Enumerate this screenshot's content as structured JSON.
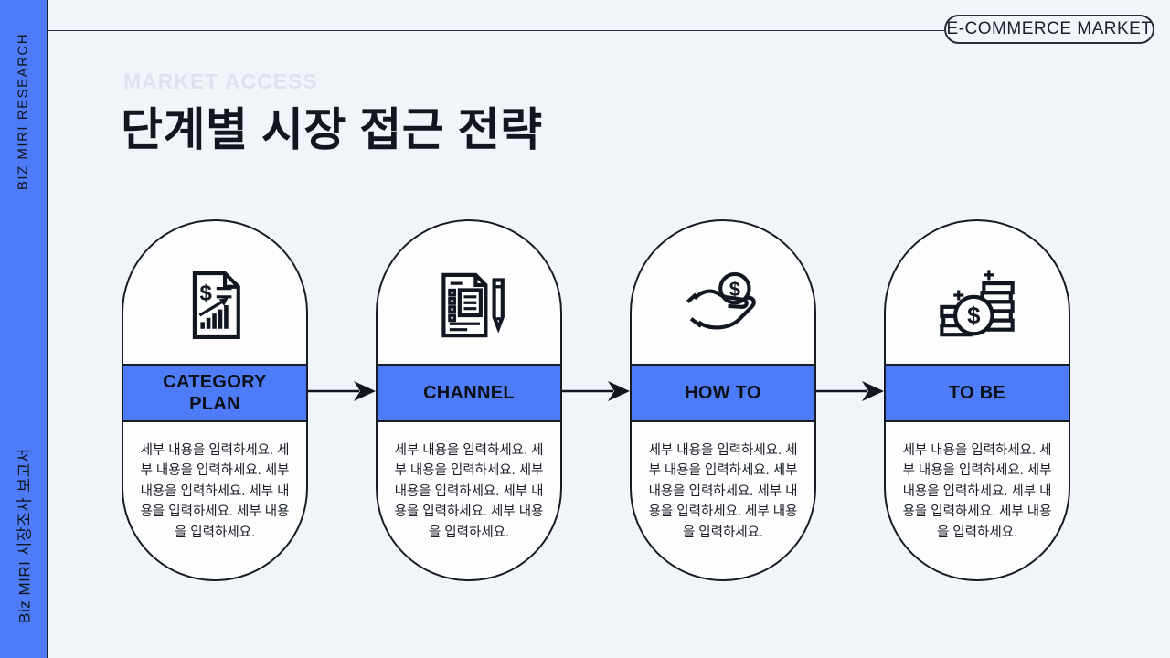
{
  "colors": {
    "accent": "#4e7cf8",
    "background": "#f1f5fa",
    "line": "#272d3a",
    "eyebrow_gray": "#dde3ec",
    "capsule_fill": "#fdfdfe",
    "ink": "#12161f"
  },
  "sidebar": {
    "top_label": "BIZ MIRI RESEARCH",
    "bottom_label": "Biz MIRI 시장조사 보고서"
  },
  "header": {
    "badge": "E-COMMERCE MARKET",
    "eyebrow": "MARKET ACCESS",
    "title": "단계별 시장 접근 전략"
  },
  "icons": {
    "dollar": "$"
  },
  "steps": [
    {
      "label": "CATEGORY PLAN",
      "icon": "sales-report-icon",
      "body": "세부 내용을 입력하세요. 세부 내용을 입력하세요. 세부 내용을 입력하세요. 세부 내용을 입력하세요. 세부 내용을 입력하세요."
    },
    {
      "label": "CHANNEL",
      "icon": "checklist-pen-icon",
      "body": "세부 내용을 입력하세요. 세부 내용을 입력하세요. 세부 내용을 입력하세요. 세부 내용을 입력하세요. 세부 내용을 입력하세요."
    },
    {
      "label": "HOW TO",
      "icon": "hand-coin-icon",
      "body": "세부 내용을 입력하세요. 세부 내용을 입력하세요. 세부 내용을 입력하세요. 세부 내용을 입력하세요. 세부 내용을 입력하세요."
    },
    {
      "label": "TO BE",
      "icon": "coin-stacks-icon",
      "body": "세부 내용을 입력하세요. 세부 내용을 입력하세요. 세부 내용을 입력하세요. 세부 내용을 입력하세요. 세부 내용을 입력하세요."
    }
  ]
}
